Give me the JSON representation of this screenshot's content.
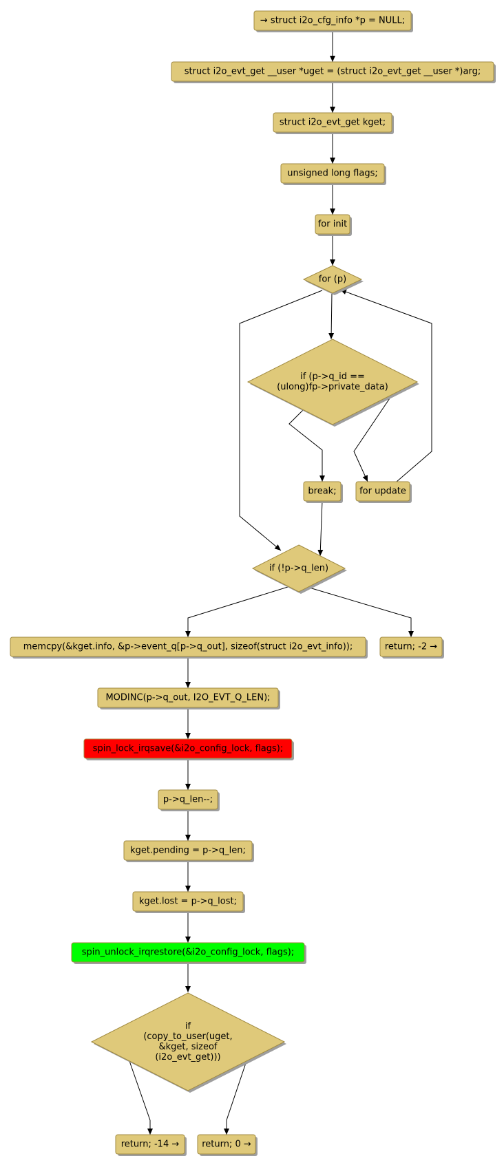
{
  "colors": {
    "node_fill": "#dfc97a",
    "lock_fill": "#ff0000",
    "unlock_fill": "#00ff00",
    "shadow": "#9e9e9e",
    "edge": "#000000"
  },
  "nodes": {
    "n_start": {
      "kind": "box",
      "lines": [
        "→ struct i2o_cfg_info *p = NULL;"
      ]
    },
    "n_uget": {
      "kind": "box",
      "lines": [
        "struct i2o_evt_get __user *uget = (struct i2o_evt_get __user *)arg;"
      ]
    },
    "n_kget": {
      "kind": "box",
      "lines": [
        "struct i2o_evt_get kget;"
      ]
    },
    "n_flags": {
      "kind": "box",
      "lines": [
        "unsigned long flags;"
      ]
    },
    "n_forinit": {
      "kind": "box",
      "lines": [
        "for init"
      ]
    },
    "n_forp": {
      "kind": "diamond",
      "lines": [
        "for (p)"
      ]
    },
    "n_ifqid": {
      "kind": "diamond",
      "lines": [
        "if (p->q_id ==",
        "(ulong)fp->private_data)"
      ]
    },
    "n_break": {
      "kind": "box",
      "lines": [
        "break;"
      ]
    },
    "n_forupdate": {
      "kind": "box",
      "lines": [
        "for update"
      ]
    },
    "n_ifqlen": {
      "kind": "diamond",
      "lines": [
        "if (!p->q_len)"
      ]
    },
    "n_memcpy": {
      "kind": "box",
      "lines": [
        "memcpy(&kget.info, &p->event_q[p->q_out], sizeof(struct i2o_evt_info));"
      ]
    },
    "n_ret2": {
      "kind": "box",
      "lines": [
        "return; -2 →"
      ]
    },
    "n_modinc": {
      "kind": "box",
      "lines": [
        "MODINC(p->q_out, I2O_EVT_Q_LEN);"
      ]
    },
    "n_lock": {
      "kind": "box",
      "fill": "lock",
      "lines": [
        "spin_lock_irqsave(&i2o_config_lock, flags);"
      ]
    },
    "n_qlen": {
      "kind": "box",
      "lines": [
        "p->q_len--;"
      ]
    },
    "n_pending": {
      "kind": "box",
      "lines": [
        "kget.pending = p->q_len;"
      ]
    },
    "n_lost": {
      "kind": "box",
      "lines": [
        "kget.lost = p->q_lost;"
      ]
    },
    "n_unlock": {
      "kind": "box",
      "fill": "unlock",
      "lines": [
        "spin_unlock_irqrestore(&i2o_config_lock, flags);"
      ]
    },
    "n_ifcopy": {
      "kind": "diamond",
      "lines": [
        "if",
        "(copy_to_user(uget,",
        "&kget, sizeof",
        "(i2o_evt_get)))"
      ]
    },
    "n_ret14": {
      "kind": "box",
      "lines": [
        "return; -14 →"
      ]
    },
    "n_ret0": {
      "kind": "box",
      "lines": [
        "return; 0 →"
      ]
    }
  },
  "edges": [
    [
      "n_start",
      "n_uget"
    ],
    [
      "n_uget",
      "n_kget"
    ],
    [
      "n_kget",
      "n_flags"
    ],
    [
      "n_flags",
      "n_forinit"
    ],
    [
      "n_forinit",
      "n_forp"
    ],
    [
      "n_forp",
      "n_ifqid"
    ],
    [
      "n_forp",
      "n_ifqlen"
    ],
    [
      "n_ifqid",
      "n_break"
    ],
    [
      "n_ifqid",
      "n_forupdate"
    ],
    [
      "n_forupdate",
      "n_forp"
    ],
    [
      "n_break",
      "n_ifqlen"
    ],
    [
      "n_ifqlen",
      "n_memcpy"
    ],
    [
      "n_ifqlen",
      "n_ret2"
    ],
    [
      "n_memcpy",
      "n_modinc"
    ],
    [
      "n_modinc",
      "n_lock"
    ],
    [
      "n_lock",
      "n_qlen"
    ],
    [
      "n_qlen",
      "n_pending"
    ],
    [
      "n_pending",
      "n_lost"
    ],
    [
      "n_lost",
      "n_unlock"
    ],
    [
      "n_unlock",
      "n_ifcopy"
    ],
    [
      "n_ifcopy",
      "n_ret14"
    ],
    [
      "n_ifcopy",
      "n_ret0"
    ]
  ]
}
